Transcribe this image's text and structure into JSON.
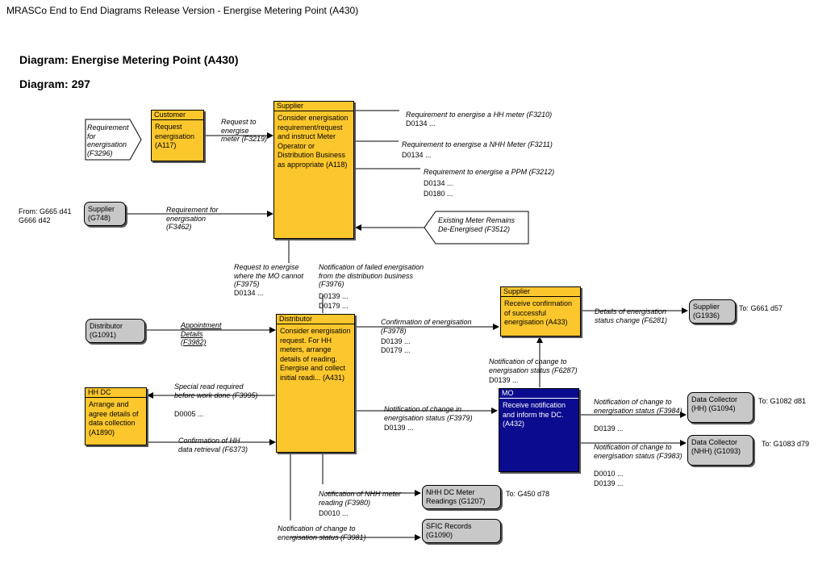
{
  "window_title": "MRASCo End to End Diagrams Release Version - Energise Metering Point (A430)",
  "diagram_title": "Diagram: Energise Metering Point (A430)",
  "diagram_number": "Diagram: 297",
  "processes": {
    "customer": {
      "owner": "Customer",
      "text": "Request energisation (A117)"
    },
    "supplier_main": {
      "owner": "Supplier",
      "text": "Consider energisation requirement/request and instruct Meter Operator or Distribution Business as appropriate (A118)"
    },
    "distributor": {
      "owner": "Distributor",
      "text": "Consider energisation request. For HH meters, arrange details of reading. Energise and collect initial readi... (A431)"
    },
    "hhdc": {
      "owner": "HH DC",
      "text": "Arrange and agree details of data collection (A1890)"
    },
    "supplier_confirm": {
      "owner": "Supplier",
      "text": "Receive confirmation of successful energisation (A433)"
    },
    "mo": {
      "owner": "MO",
      "text": "Receive notification and inform the DC. (A432)"
    }
  },
  "externals": {
    "supplier_g748": "Supplier (G748)",
    "distributor_g1091": "Distributor (G1091)",
    "supplier_g1936": "Supplier (G1936)",
    "dc_hh": "Data Collector (HH) (G1094)",
    "dc_nhh": "Data Collector (NHH) (G1093)",
    "nhh_readings": "NHH DC Meter Readings (G1207)",
    "sfic": "SFIC Records (G1090)"
  },
  "inputs": {
    "req_f3296": "Requirement for energisation (F3296)",
    "existing_f3512": "Existing Meter Remains De-Energised (F3512)"
  },
  "flows": {
    "f3219": "Request to energise meter (F3219)",
    "f3462": "Requirement for energisation (F3462)",
    "f3210": "Requirement to energise a HH meter (F3210)",
    "f3210_d": "D0134 ...",
    "f3211": "Requirement to energise a NHH Meter (F3211)",
    "f3211_d": "D0134 ...",
    "f3212": "Requirement to energise a PPM (F3212)",
    "f3212_d1": "D0134 ...",
    "f3212_d2": "D0180 ...",
    "f3975": "Request to energise where the MO cannot (F3975)",
    "f3975_d": "D0134 ...",
    "f3976": "Notification of failed energisation from the distribution business (F3976)",
    "f3976_d1": "D0139 ...",
    "f3976_d2": "D0179 ...",
    "f3982": "Appointment Details (F3982)",
    "f3978": "Confirmation of energisation (F3978)",
    "f3978_d1": "D0139 ...",
    "f3978_d2": "D0179 ...",
    "f6287": "Notification of change to energisation status (F6287)",
    "f6287_d": "D0139 ...",
    "f6281": "Details of energisation status change (F6281)",
    "f3995": "Special read required before work done (F3995)",
    "f3995_d": "D0005 ...",
    "f3979": "Notification of change in energisation status (F3979)",
    "f3979_d": "D0139 ...",
    "f6373": "Confirmation of HH data retrieval (F6373)",
    "f3984": "Notification of change to energisation status (F3984)",
    "f3984_d": "D0139 ...",
    "f3983": "Notification of change to energisation status (F3983)",
    "f3983_d1": "D0010 ...",
    "f3983_d2": "D0139 ...",
    "f3980": "Notification of NHH meter reading (F3980)",
    "f3980_d": "D0010 ...",
    "f3981": "Notification of change to energisation status (F3981)"
  },
  "notes": {
    "from_g665": "From: G665 d41 G666 d42",
    "to_g661": "To: G661 d57",
    "to_g1082": "To: G1082 d81",
    "to_g1083": "To: G1083 d79",
    "to_g450": "To: G450 d78"
  }
}
